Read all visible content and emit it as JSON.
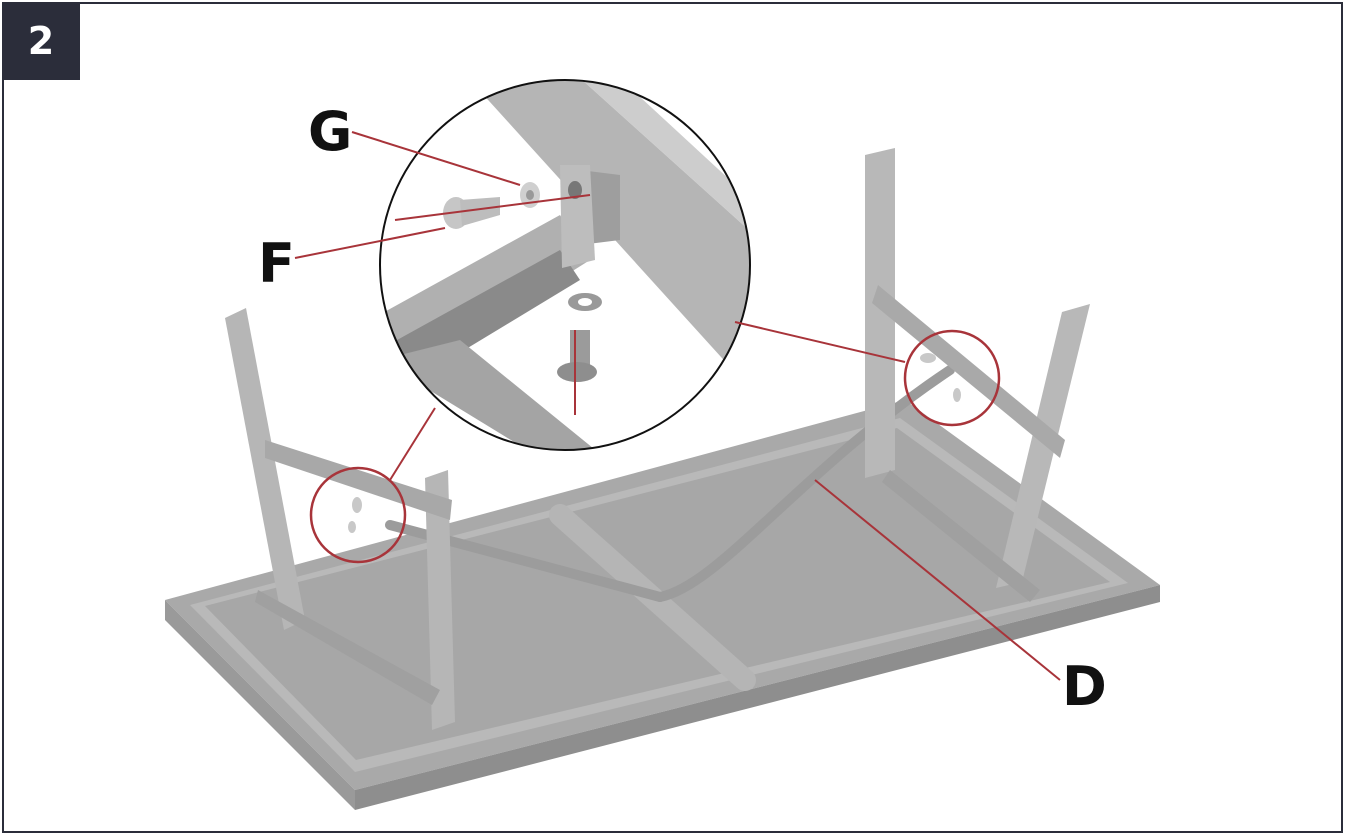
{
  "step": {
    "number": "2"
  },
  "labels": {
    "g": "G",
    "f": "F",
    "d": "D"
  },
  "colors": {
    "frame": "#2b2d3a",
    "leader": "#a8343a",
    "metal": "#b3b3b3",
    "metal_dark": "#8f8f8f",
    "metal_light": "#c9c9c9",
    "top": "#a9a9a9"
  },
  "icons": {
    "magnifier": "detail-circle-icon",
    "highlight": "highlight-circle-icon"
  }
}
